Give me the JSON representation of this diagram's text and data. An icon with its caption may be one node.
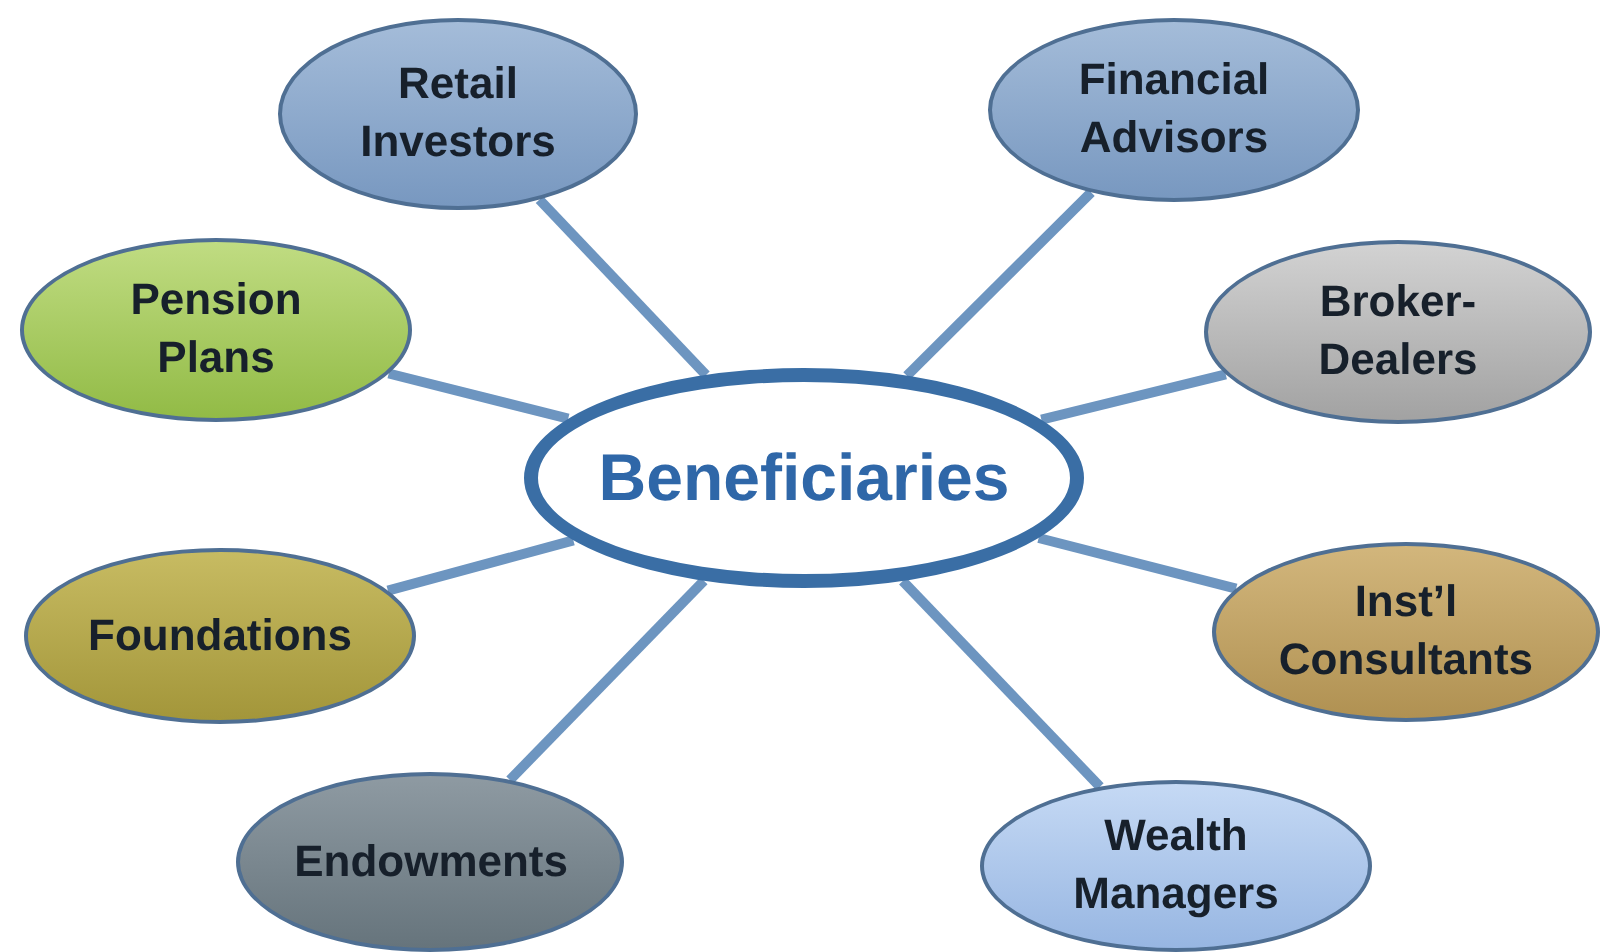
{
  "diagram": {
    "nodes": [
      {
        "text": [
          "Retail Investors"
        ]
      },
      {
        "text": [
          "Financial Advisors"
        ]
      },
      {
        "text": [
          "Pension Plans"
        ]
      },
      {
        "text": [
          "Broker-Dealers"
        ]
      },
      {
        "text": [
          "Beneficiaries"
        ]
      },
      {
        "text": [
          "Foundations"
        ]
      },
      {
        "text": [
          "Inst’l Consultants"
        ]
      },
      {
        "text": [
          "Endowments"
        ]
      },
      {
        "text": [
          "Wealth Managers"
        ]
      }
    ],
    "edges": [
      {
        "from": 4,
        "to": 0,
        "arrow": "none"
      },
      {
        "from": 4,
        "to": 1,
        "arrow": "none"
      },
      {
        "from": 4,
        "to": 2,
        "arrow": "none"
      },
      {
        "from": 4,
        "to": 3,
        "arrow": "none"
      },
      {
        "from": 4,
        "to": 5,
        "arrow": "none"
      },
      {
        "from": 4,
        "to": 6,
        "arrow": "none"
      },
      {
        "from": 4,
        "to": 7,
        "arrow": "none"
      },
      {
        "from": 4,
        "to": 8,
        "arrow": "none"
      }
    ]
  }
}
